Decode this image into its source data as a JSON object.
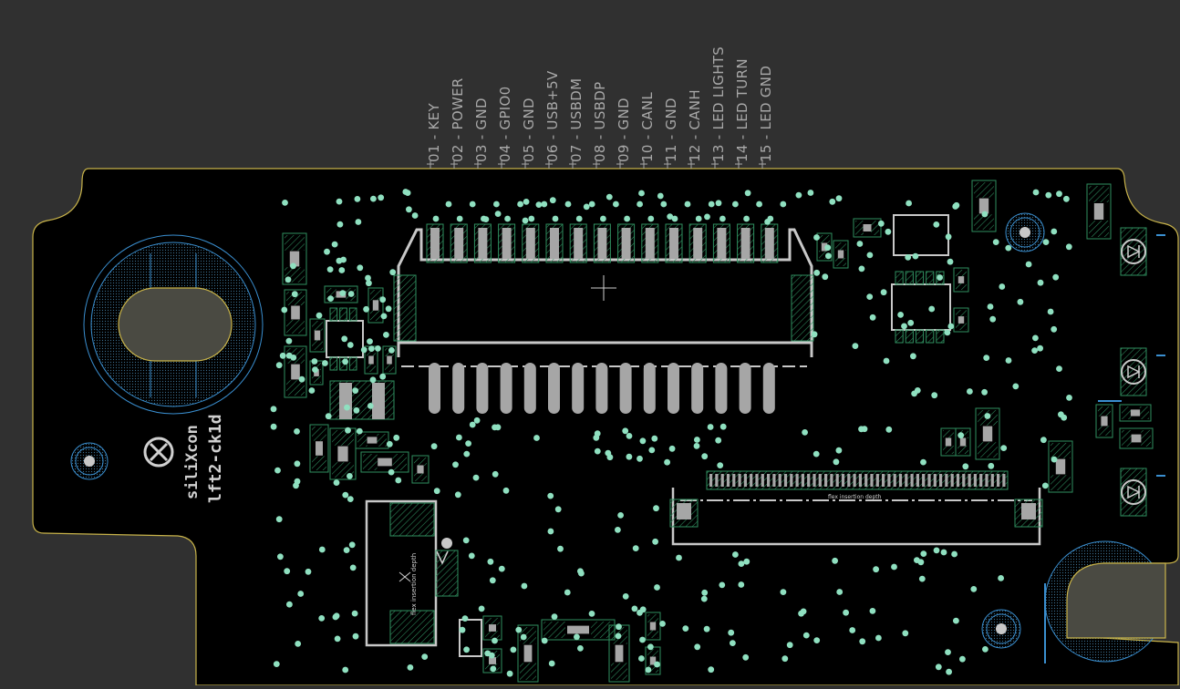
{
  "board": {
    "name": "lft2-ck1d",
    "brand": "siliXcon",
    "flex_note": "flex insertion depth"
  },
  "pin_labels": [
    "01 - KEY",
    "02 - POWER",
    "03 - GND",
    "04 - GPIO0",
    "05 - GND",
    "06 - USB+5V",
    "07 - USBDM",
    "08 - USBDP",
    "09 - GND",
    "10 - CANL",
    "11 - GND",
    "12 - CANH",
    "13 - LED LIGHTS",
    "14 - LED TURN",
    "15 - LED GND"
  ],
  "colors": {
    "background": "#303030",
    "board": "#000000",
    "outline": "#c8b34a",
    "copper_pad": "#a6a6a6",
    "pad_outline": "#2f8f5f",
    "via": "#8fe0c0",
    "hole_ring": "#3a8fd0",
    "silkscreen": "#d0d0d0",
    "label": "#a8a8a8"
  }
}
